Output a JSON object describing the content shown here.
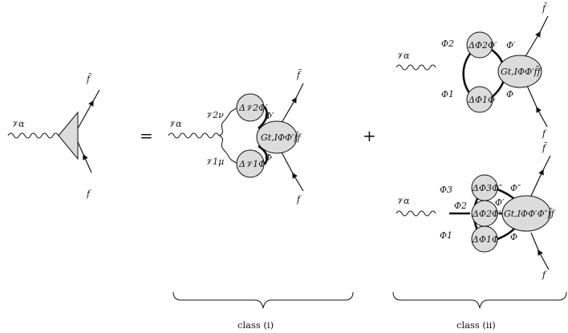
{
  "lhs": {
    "boson_label": "𝒱α",
    "fermion_top": "f̄",
    "fermion_bottom": "f"
  },
  "equals": "=",
  "plus": "+",
  "class_i": {
    "boson_label": "𝒱α",
    "v2_label": "𝒱2ν",
    "v1_label": "𝒱1μ",
    "prop_top": "Δ𝒱2Φ′",
    "prop_bottom": "Δ𝒱1Φ",
    "phi_prime": "Φ′",
    "phi": "Φ",
    "vertex": "Gt,IΦΦ′f̄f",
    "fermion_top": "f̄",
    "fermion_bottom": "f",
    "caption": "class (i)"
  },
  "class_ii_a": {
    "boson_label": "𝒱α",
    "phi2": "Φ2",
    "phi1": "Φ1",
    "prop_top": "ΔΦ2Φ′",
    "prop_bottom": "ΔΦ1Φ",
    "phi_prime": "Φ′",
    "phi": "Φ",
    "vertex": "Gt,IΦΦ′f̄f",
    "fermion_top": "f̄",
    "fermion_bottom": "f"
  },
  "class_ii_b": {
    "boson_label": "𝒱α",
    "phi3": "Φ3",
    "phi2": "Φ2",
    "phi1": "Φ1",
    "prop_top": "ΔΦ3Φ″",
    "prop_mid": "ΔΦ2Φ′",
    "prop_bottom": "ΔΦ1Φ",
    "phi_dprime": "Φ″",
    "phi_prime": "Φ′",
    "phi": "Φ",
    "vertex": "Gt,IΦΦ′Φ″f̄f",
    "fermion_top": "f̄",
    "fermion_bottom": "f",
    "caption": "class (ii)"
  }
}
